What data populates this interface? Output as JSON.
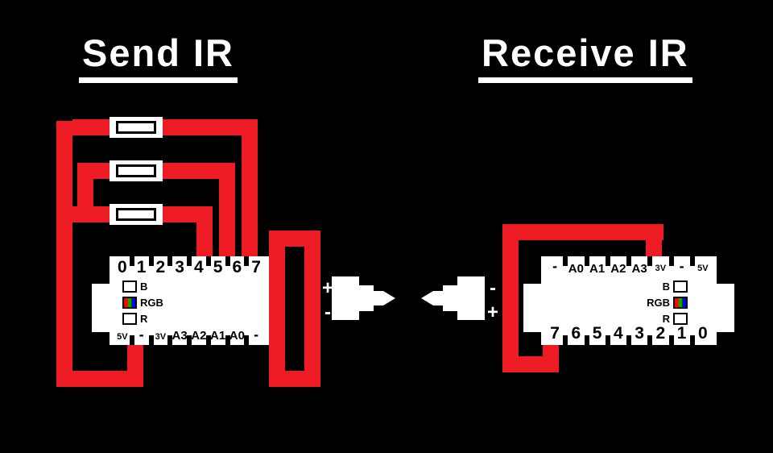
{
  "colors": {
    "background": "#000000",
    "wire": "#ed1c24",
    "board_fill": "#ffffff",
    "title_text": "#ffffff",
    "pin_text": "#000000",
    "rgb_square": [
      "#ff0000",
      "#00aa00",
      "#0000ff"
    ]
  },
  "titles": {
    "send": "Send IR",
    "receive": "Receive IR"
  },
  "send": {
    "board": {
      "top_pins": [
        "0",
        "1",
        "2",
        "3",
        "4",
        "5",
        "6",
        "7"
      ],
      "bottom_pins": [
        "5V",
        "-",
        "3V",
        "A3",
        "A2",
        "A1",
        "A0",
        "-"
      ]
    },
    "indicators": [
      "B",
      "RGB",
      "R"
    ],
    "led": {
      "plus": "+",
      "minus": "-"
    },
    "resistor_count": 3
  },
  "receive": {
    "board": {
      "top_pins": [
        "-",
        "A0",
        "A1",
        "A2",
        "A3",
        "3V",
        "-",
        "5V"
      ],
      "bottom_pins": [
        "7",
        "6",
        "5",
        "4",
        "3",
        "2",
        "1",
        "0"
      ]
    },
    "indicators": [
      "B",
      "RGB",
      "R"
    ],
    "jack": {
      "minus": "-",
      "plus": "+"
    }
  }
}
